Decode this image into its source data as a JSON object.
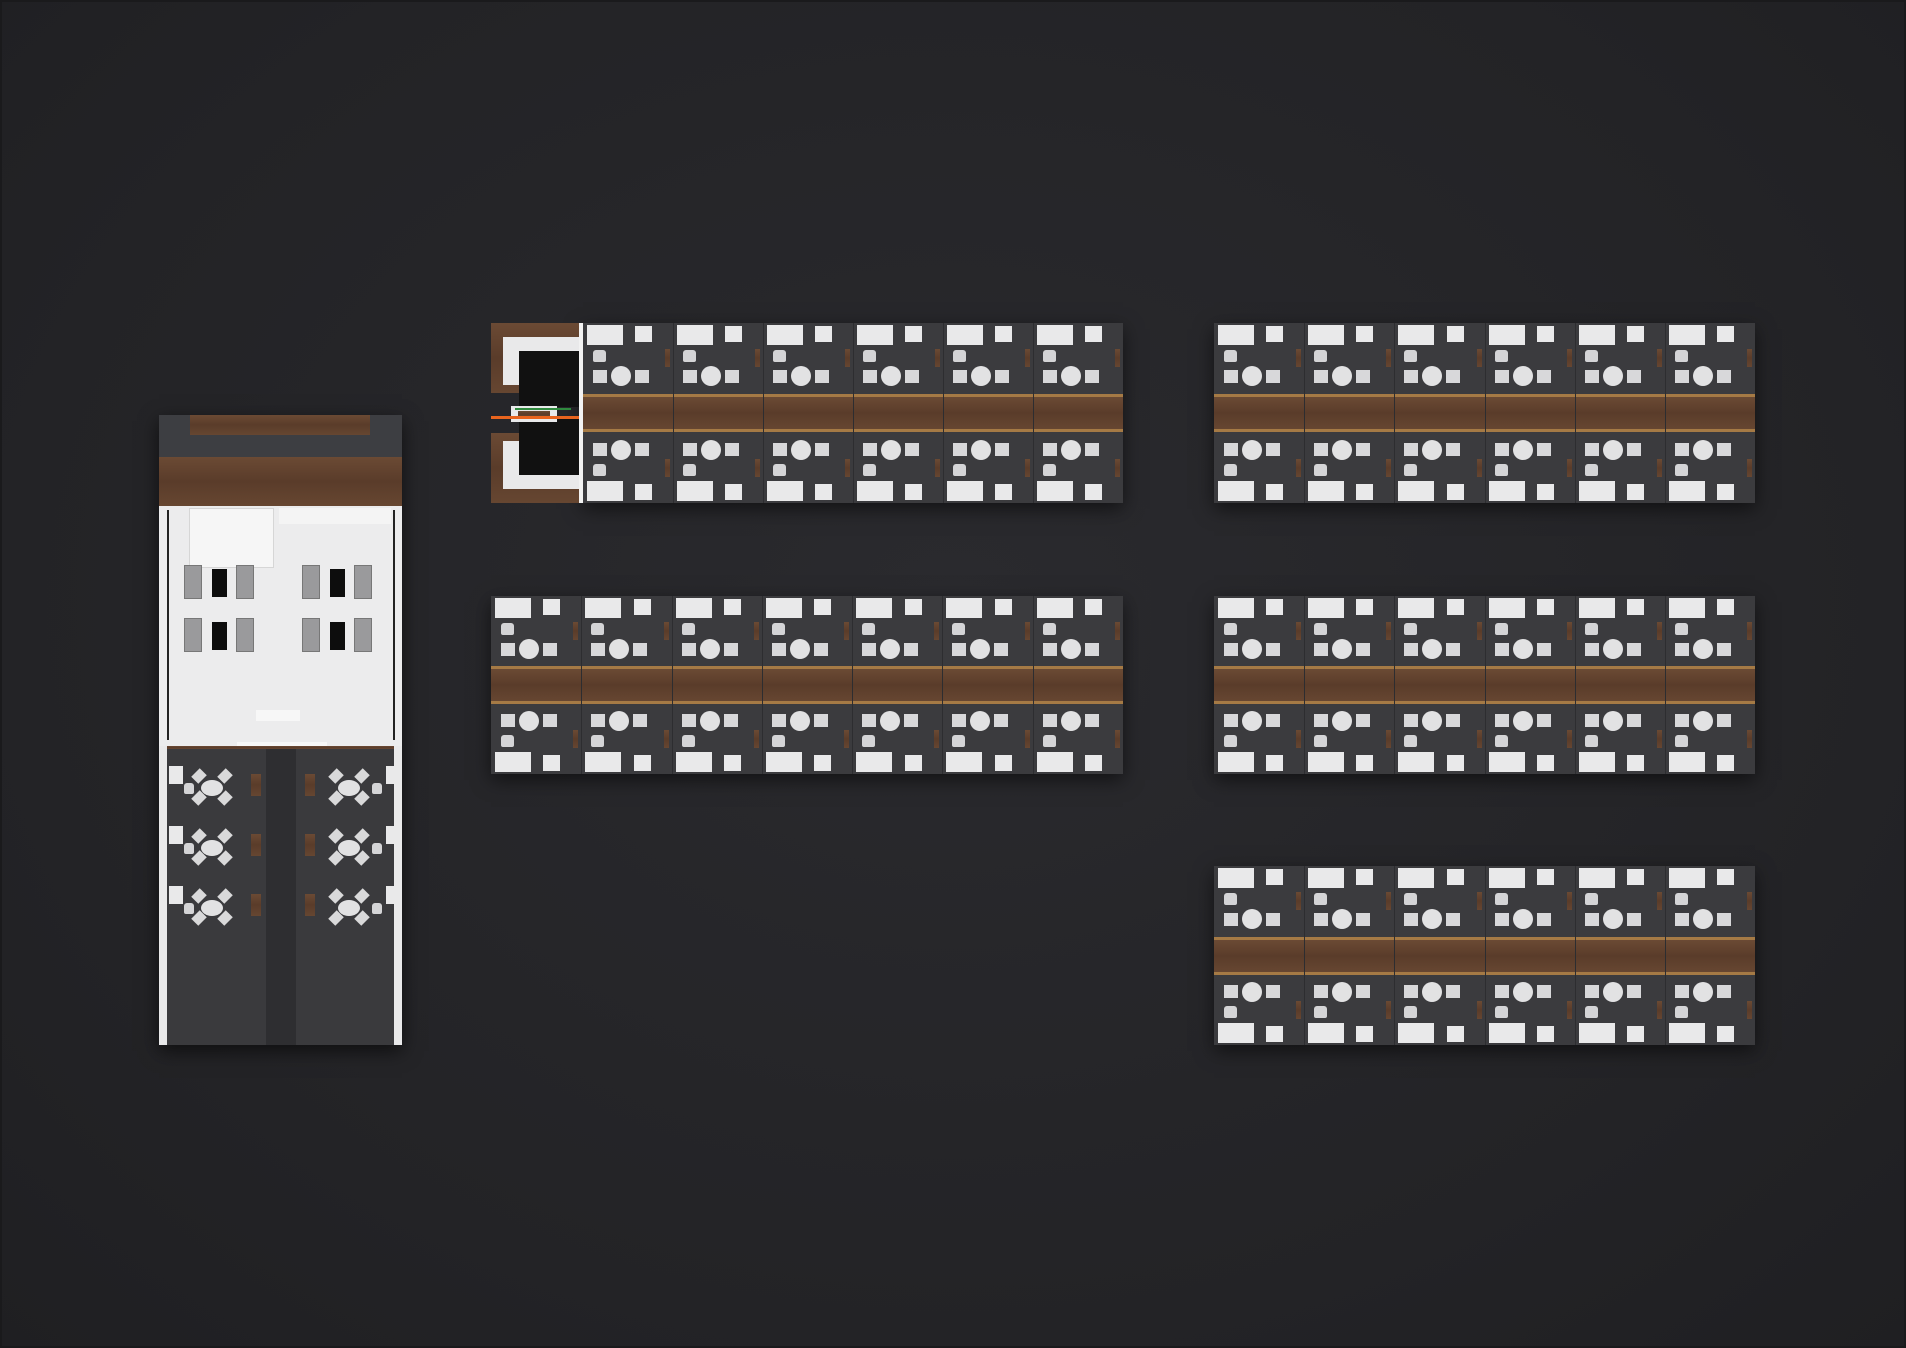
{
  "plan": {
    "colors": {
      "background": "#242427",
      "carpet": "#3b3b3e",
      "wood": "#5f412e",
      "furniture": "#e9e9ea",
      "lounge_floor": "#ececed",
      "accent_orange": "#e8641e",
      "accent_green": "#2f8a3e"
    },
    "booth_blocks": [
      {
        "id": "row1-left",
        "columns": 6,
        "has_reception": true
      },
      {
        "id": "row1-right",
        "columns": 6,
        "has_reception": false
      },
      {
        "id": "row2-left",
        "columns": 7,
        "has_reception": false
      },
      {
        "id": "row2-right",
        "columns": 6,
        "has_reception": false
      },
      {
        "id": "row3-right",
        "columns": 6,
        "has_reception": false
      }
    ],
    "lounge": {
      "sofa_groups": 4,
      "dining_tables": 6
    }
  }
}
